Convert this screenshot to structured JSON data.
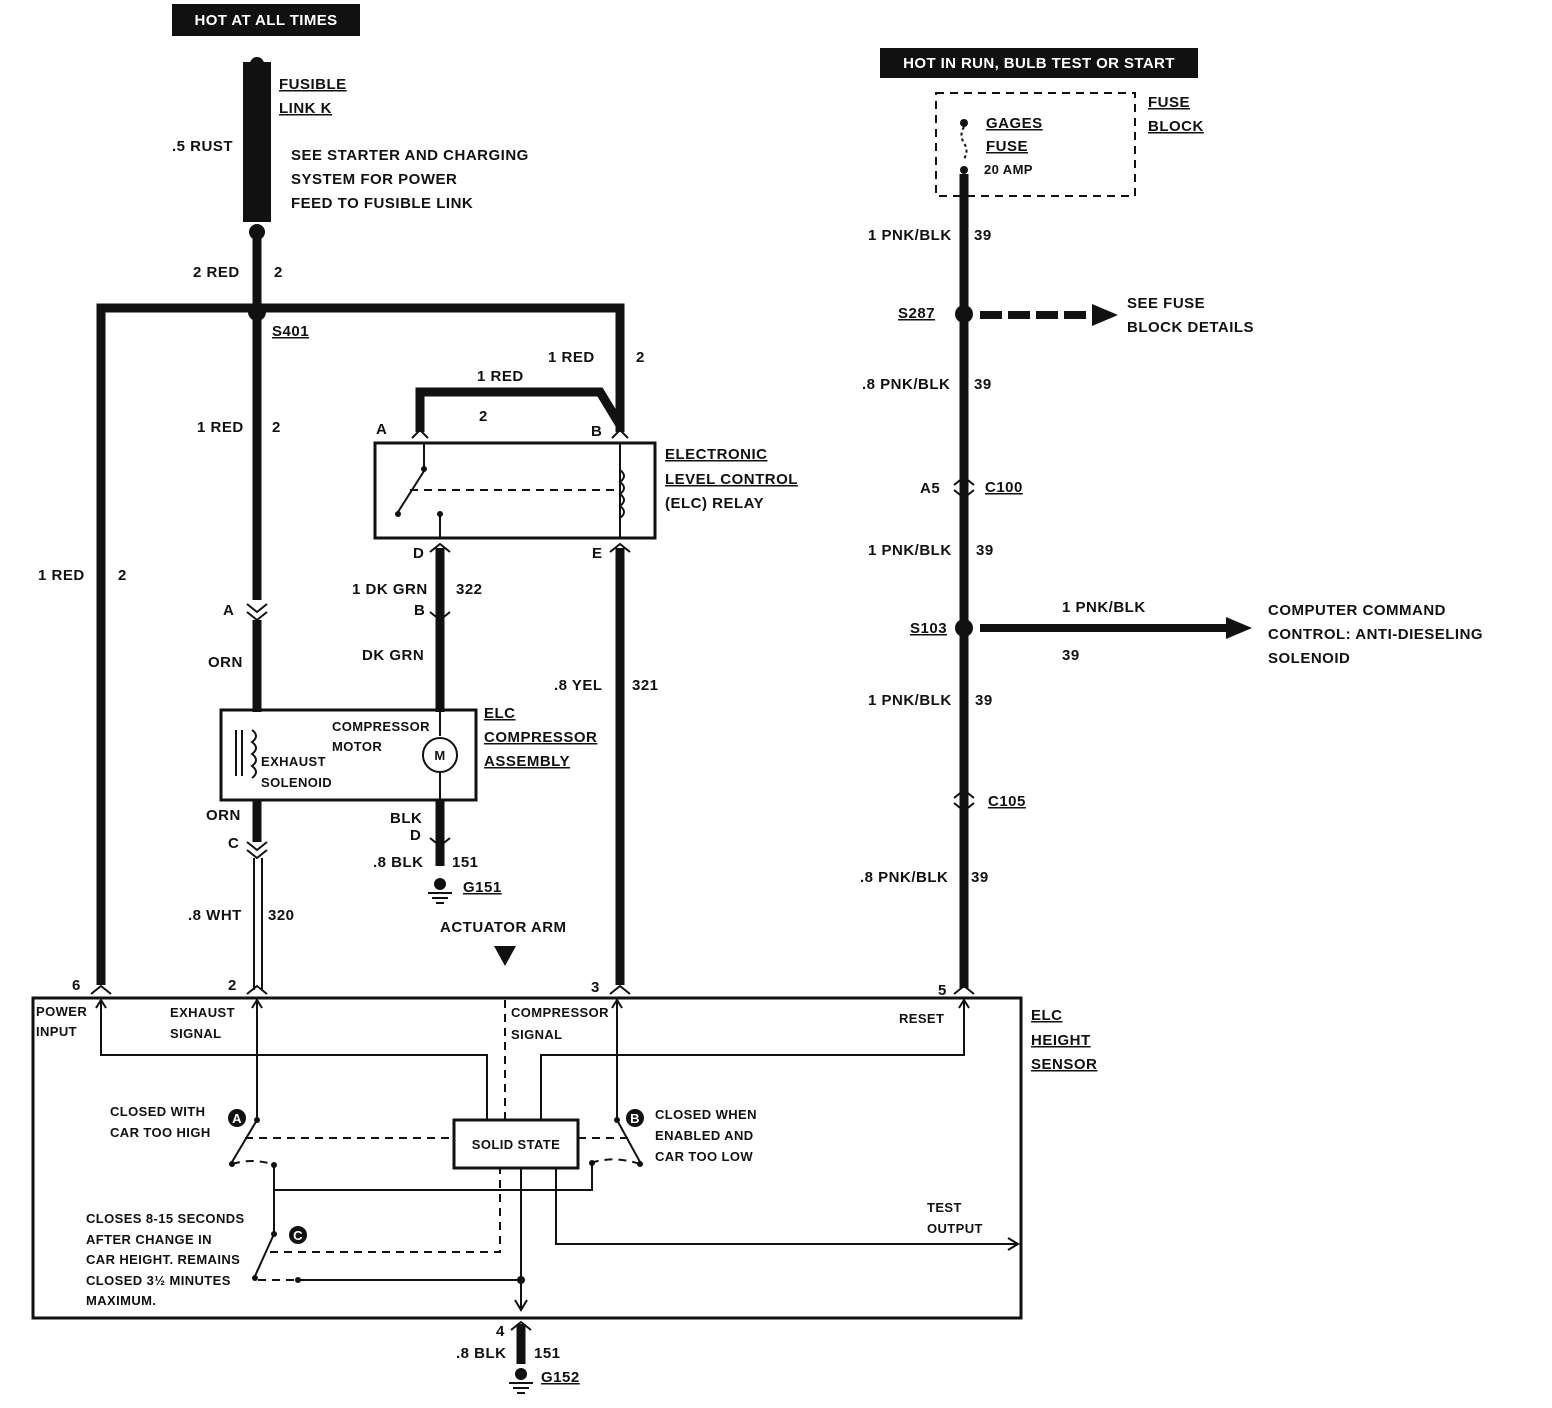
{
  "headers": {
    "hot_at_all_times": "HOT AT ALL TIMES",
    "hot_in_run": "HOT IN RUN, BULB TEST OR START"
  },
  "left": {
    "fusible_link_1": "FUSIBLE",
    "fusible_link_2": "LINK K",
    "rust_label": ".5 RUST",
    "see_starter_1": "SEE STARTER AND CHARGING",
    "see_starter_2": "SYSTEM FOR POWER",
    "see_starter_3": "FEED TO FUSIBLE LINK",
    "wire_2red": "2 RED",
    "wire_2red_num": "2",
    "splice_s401": "S401",
    "wire_1red_mid": "1 RED",
    "wire_1red_mid_num": "2",
    "wire_1red_left": "1 RED",
    "wire_1red_left_num": "2",
    "wire_1red_right": "1 RED",
    "wire_1red_right_num": "2",
    "wire_1red_top": "1 RED",
    "wire_1red_top_num": "2"
  },
  "relay": {
    "term_a": "A",
    "term_b": "B",
    "term_d": "D",
    "term_e": "E",
    "name_1": "ELECTRONIC",
    "name_2": "LEVEL CONTROL",
    "name_3": "(ELC) RELAY"
  },
  "compressor": {
    "conn_a": "A",
    "orn_top": "ORN",
    "dkgrn_wire": "1 DK GRN",
    "dkgrn_num": "322",
    "conn_b": "B",
    "dkgrn": "DK GRN",
    "yel_wire": ".8 YEL",
    "yel_num": "321",
    "motor_1": "COMPRESSOR",
    "motor_2": "MOTOR",
    "exhaust_1": "EXHAUST",
    "exhaust_2": "SOLENOID",
    "motor_symbol": "M",
    "name_1": "ELC",
    "name_2": "COMPRESSOR",
    "name_3": "ASSEMBLY",
    "orn_bottom": "ORN",
    "conn_c": "C",
    "blk": "BLK",
    "conn_d": "D",
    "blk_wire": ".8 BLK",
    "blk_num": "151",
    "ground_g151": "G151",
    "wht_wire": ".8 WHT",
    "wht_num": "320",
    "actuator_arm": "ACTUATOR ARM"
  },
  "sensor": {
    "pin6": "6",
    "pin2": "2",
    "pin3": "3",
    "pin5": "5",
    "pin4": "4",
    "power_1": "POWER",
    "power_2": "INPUT",
    "exhaust_1": "EXHAUST",
    "exhaust_2": "SIGNAL",
    "compressor_1": "COMPRESSOR",
    "compressor_2": "SIGNAL",
    "reset": "RESET",
    "name_1": "ELC",
    "name_2": "HEIGHT",
    "name_3": "SENSOR",
    "closed_high_1": "CLOSED WITH",
    "closed_high_2": "CAR TOO HIGH",
    "switch_a": "A",
    "switch_b": "B",
    "switch_c": "C",
    "solid_state": "SOLID STATE",
    "closed_low_1": "CLOSED WHEN",
    "closed_low_2": "ENABLED AND",
    "closed_low_3": "CAR TOO LOW",
    "closes_1": "CLOSES 8-15 SECONDS",
    "closes_2": "AFTER CHANGE IN",
    "closes_3": "CAR HEIGHT.  REMAINS",
    "closes_4": "CLOSED 3½ MINUTES",
    "closes_5": "MAXIMUM.",
    "test_1": "TEST",
    "test_2": "OUTPUT",
    "blk_wire": ".8 BLK",
    "blk_num": "151",
    "ground_g152": "G152"
  },
  "right": {
    "gages_1": "GAGES",
    "gages_2": "FUSE",
    "amp": "20 AMP",
    "fuse_block_1": "FUSE",
    "fuse_block_2": "BLOCK",
    "w1": "1 PNK/BLK",
    "w1_num": "39",
    "splice_s287": "S287",
    "see_fuse_1": "SEE FUSE",
    "see_fuse_2": "BLOCK DETAILS",
    "w2": ".8 PNK/BLK",
    "w2_num": "39",
    "conn_a5": "A5",
    "conn_c100": "C100",
    "w3": "1 PNK/BLK",
    "w3_num": "39",
    "splice_s103": "S103",
    "branch_wire": "1 PNK/BLK",
    "branch_num": "39",
    "ccc_1": "COMPUTER COMMAND",
    "ccc_2": "CONTROL: ANTI-DIESELING",
    "ccc_3": "SOLENOID",
    "w4": "1 PNK/BLK",
    "w4_num": "39",
    "conn_c105": "C105",
    "w5": ".8 PNK/BLK",
    "w5_num": "39"
  }
}
